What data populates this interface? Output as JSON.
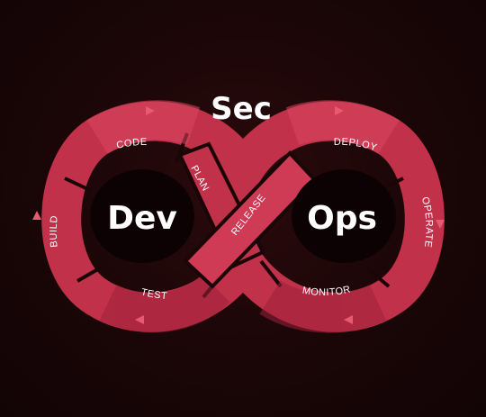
{
  "title": "Sec",
  "left_hub": "Dev",
  "right_hub": "Ops",
  "stages": {
    "code": "CODE",
    "plan": "PLAN",
    "build": "BUILD",
    "test": "TEST",
    "release": "RELEASE",
    "deploy": "DEPLOY",
    "operate": "OPERATE",
    "monitor": "MONITOR"
  },
  "colors": {
    "background": "#1a0607",
    "band": "#c2314a",
    "band_dark": "#9e2038",
    "band_light": "#d84660",
    "outline": "#e85a72",
    "hub": "#0d0203"
  }
}
